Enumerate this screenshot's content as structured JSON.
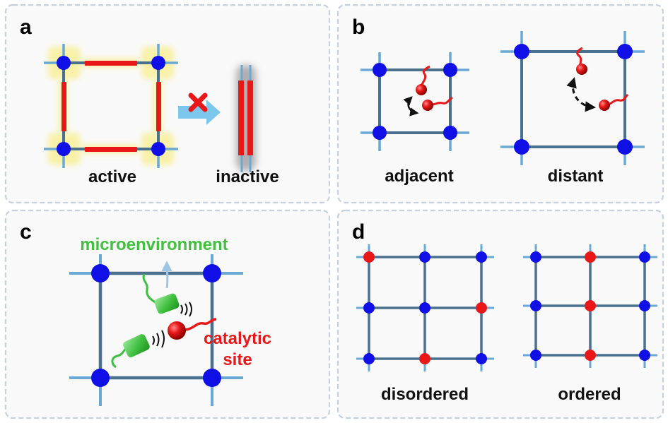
{
  "colors": {
    "panel_border": "#c6d1de",
    "panel_bg": "#f9f9f9",
    "framework_line": "#4a7090",
    "line_end": "#6aa8d6",
    "node_blue": "#1010e6",
    "node_red": "#e81818",
    "glow": "#f9f1a8",
    "arrow": "#7cc8ec",
    "green": "#3fbf3f",
    "microenv_text": "#44c040",
    "catalytic_text": "#e81818"
  },
  "panels": {
    "a": {
      "letter": "a",
      "active_label": "active",
      "inactive_label": "inactive"
    },
    "b": {
      "letter": "b",
      "adjacent_label": "adjacent",
      "distant_label": "distant"
    },
    "c": {
      "letter": "c",
      "microenvironment_label": "microenvironment",
      "catalytic_label_line1": "catalytic",
      "catalytic_label_line2": "site"
    },
    "d": {
      "letter": "d",
      "disordered_label": "disordered",
      "ordered_label": "ordered",
      "disordered_grid": [
        [
          "red",
          "blue",
          "blue"
        ],
        [
          "blue",
          "blue",
          "red"
        ],
        [
          "blue",
          "red",
          "blue"
        ]
      ],
      "ordered_grid": [
        [
          "blue",
          "red",
          "blue"
        ],
        [
          "blue",
          "red",
          "blue"
        ],
        [
          "blue",
          "red",
          "blue"
        ]
      ]
    }
  }
}
